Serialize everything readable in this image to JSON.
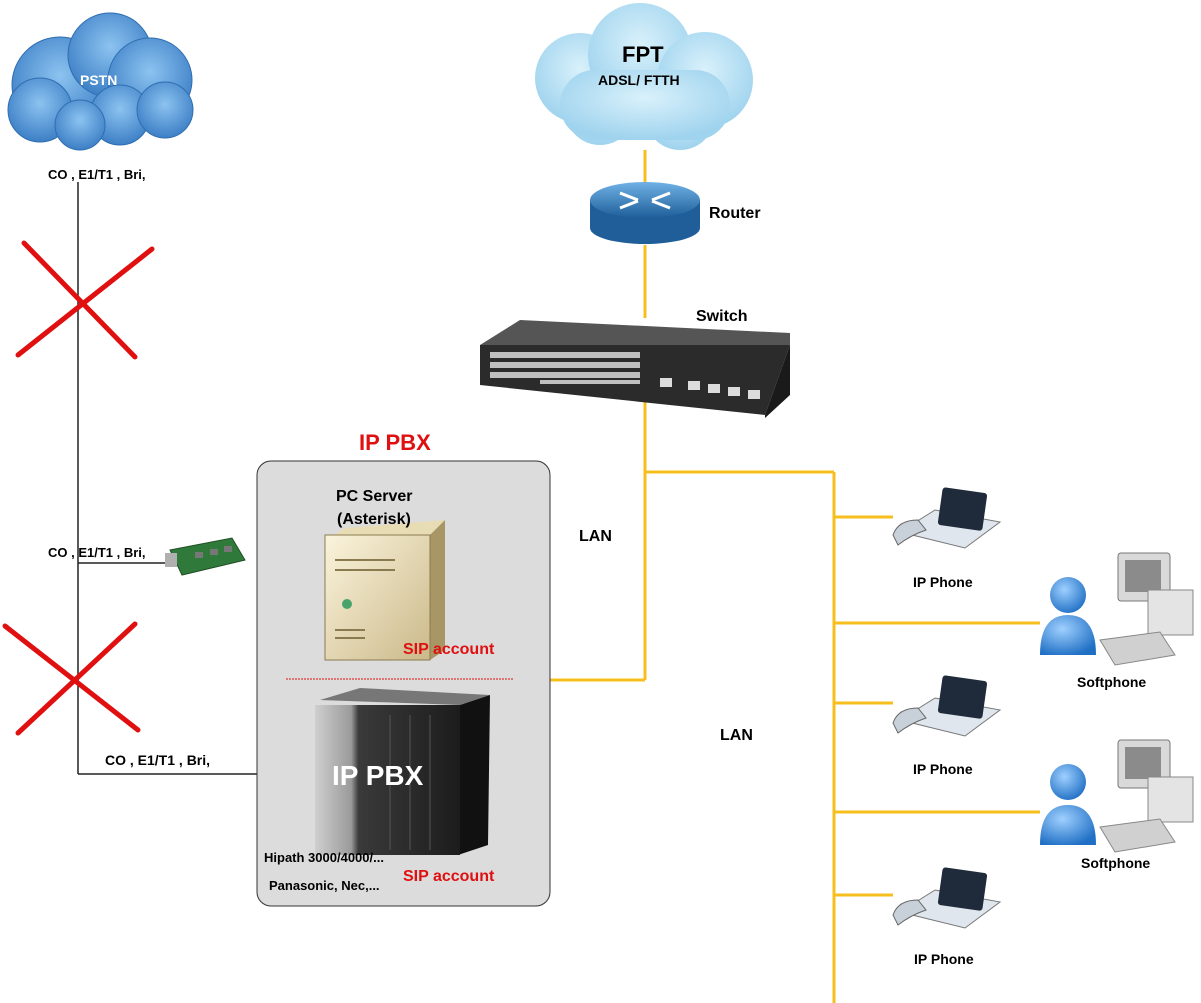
{
  "colors": {
    "lan_line": "#f7bf1e",
    "pstn_line": "#222222",
    "cross": "#e01010",
    "pbx_box_fill": "#dcdcdc",
    "pbx_divider": "#e01010",
    "cloud_pstn": "#4f93d4",
    "cloud_fpt": "#a8d8f0",
    "router": "#2f7fc0",
    "switch_body": "#2b2b2b"
  },
  "pstn": {
    "cloud_label": "PSTN",
    "trunk_top": "CO , E1/T1 , Bri,",
    "trunk_card": "CO , E1/T1 , Bri,",
    "trunk_pbx": "CO , E1/T1 , Bri,"
  },
  "isp": {
    "title": "FPT",
    "subtitle": "ADSL/ FTTH"
  },
  "network": {
    "router": "Router",
    "switch": "Switch",
    "lan_upper": "LAN",
    "lan_lower": "LAN"
  },
  "ippbx": {
    "title": "IP PBX",
    "server_line1": "PC Server",
    "server_line2": "(Asterisk)",
    "sip_account_server": "SIP account",
    "hardware_label": "IP PBX",
    "hardware_line1": "Hipath 3000/4000/...",
    "hardware_line2": "Panasonic, Nec,...",
    "sip_account_hardware": "SIP account"
  },
  "endpoints": {
    "phone_1": "IP Phone",
    "softphone_1": "Softphone",
    "phone_2": "IP Phone",
    "softphone_2": "Softphone",
    "phone_3": "IP Phone"
  }
}
